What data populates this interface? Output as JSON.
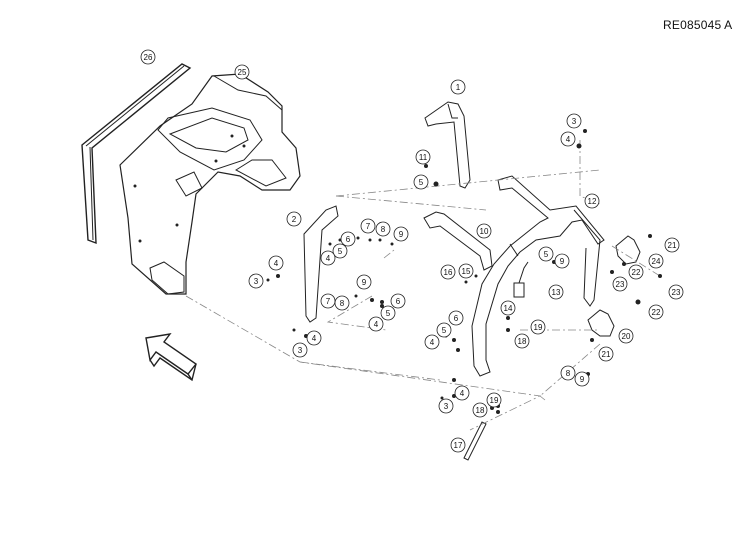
{
  "diagram": {
    "reference": "RE085045  A",
    "callouts": [
      "1",
      "2",
      "3",
      "4",
      "5",
      "6",
      "7",
      "8",
      "9",
      "10",
      "11",
      "12",
      "13",
      "14",
      "15",
      "16",
      "17",
      "18",
      "19",
      "20",
      "21",
      "22",
      "23",
      "24",
      "25",
      "26"
    ],
    "colors": {
      "line": "#222222",
      "bubble_fill": "#ffffff",
      "dash": "#888888"
    },
    "icon": "direction-arrow-icon"
  }
}
